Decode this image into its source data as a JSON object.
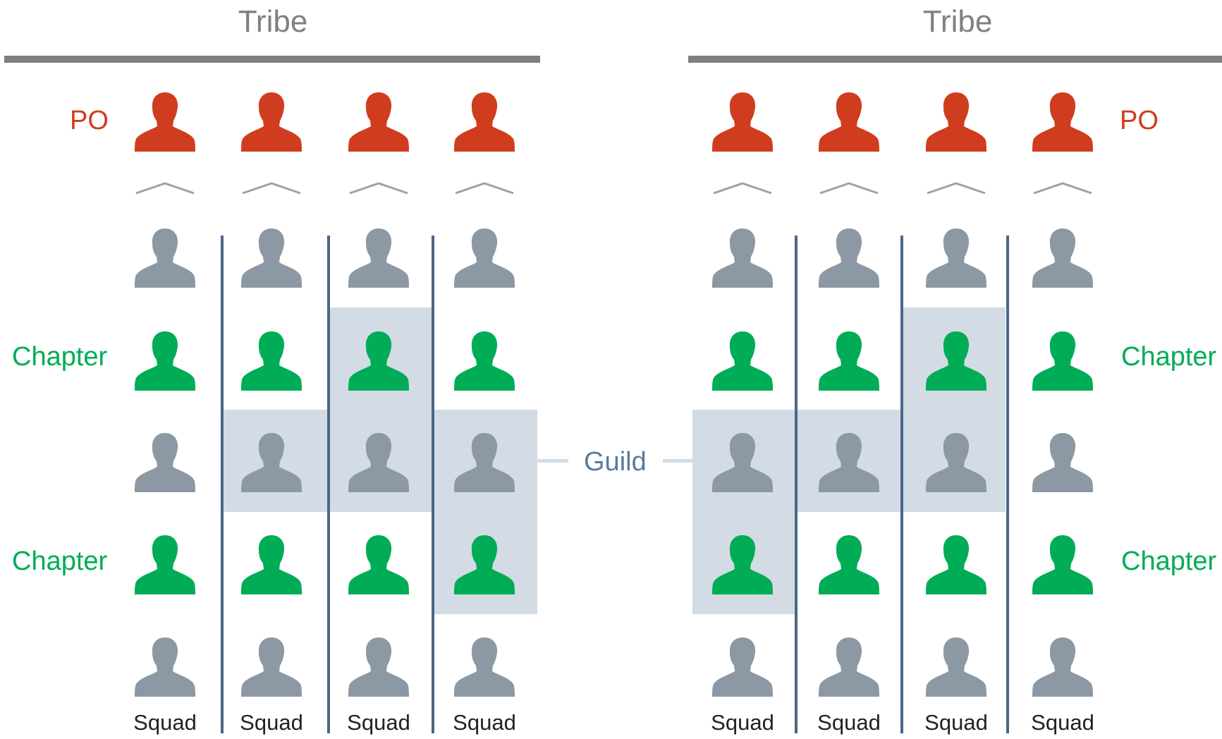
{
  "tribes": [
    {
      "title": "Tribe"
    },
    {
      "title": "Tribe"
    }
  ],
  "labels": {
    "po": "PO",
    "chapter": "Chapter",
    "guild": "Guild",
    "squad": "Squad"
  },
  "colors": {
    "po": "#d03c1e",
    "chapter": "#00ac55",
    "member": "#8c98a4",
    "guild_shade": "#d3dbe5",
    "squad_divider": "#4a6788",
    "tribe_line": "#7f7f7f"
  },
  "icons": {
    "person": "person-icon",
    "report_line": "chevron-up-icon"
  },
  "structure": {
    "squads_per_tribe": 4,
    "member_rows": [
      "member",
      "chapter",
      "member",
      "chapter",
      "member"
    ],
    "chapter_rows": [
      2,
      4
    ]
  },
  "guild_membership": {
    "tribe_1": {
      "chapter_row_1": [
        3
      ],
      "member_row_2": [
        2,
        3,
        4
      ],
      "chapter_row_2": [
        4
      ]
    },
    "tribe_2": {
      "chapter_row_1": [
        3
      ],
      "member_row_2": [
        1,
        2,
        3
      ],
      "chapter_row_2": [
        1
      ]
    }
  }
}
